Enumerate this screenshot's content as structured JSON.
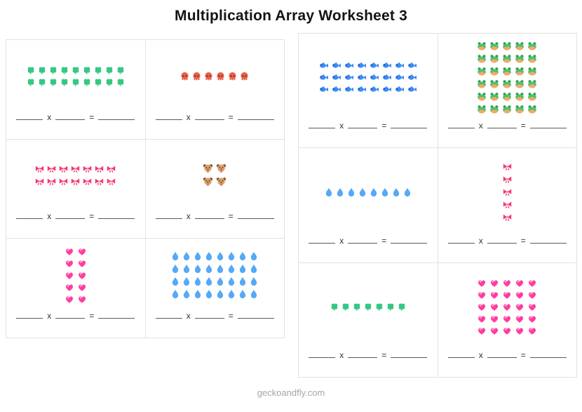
{
  "title": "Multiplication Array Worksheet 3",
  "footer": "geckoandfly.com",
  "equation": {
    "times_symbol": "x",
    "equals_symbol": "="
  },
  "panels": [
    {
      "name": "left",
      "cells": [
        {
          "emoji": "clover",
          "rows": 2,
          "cols": 9,
          "color": "#34c882"
        },
        {
          "emoji": "octopus",
          "rows": 1,
          "cols": 6,
          "color": "#f2603d"
        },
        {
          "emoji": "ribbon",
          "rows": 2,
          "cols": 7,
          "color": "#f2396e"
        },
        {
          "emoji": "dog-face",
          "rows": 2,
          "cols": 2,
          "color": "#d9a36a"
        },
        {
          "emoji": "heart",
          "rows": 5,
          "cols": 2,
          "color": "#ff3da0"
        },
        {
          "emoji": "droplet",
          "rows": 4,
          "cols": 8,
          "color": "#55a9f6"
        }
      ]
    },
    {
      "name": "right",
      "cells": [
        {
          "emoji": "fish",
          "rows": 3,
          "cols": 8,
          "color": "#3d8bf5"
        },
        {
          "emoji": "frog",
          "rows": 6,
          "cols": 5,
          "color": "#4fbf72"
        },
        {
          "emoji": "droplet",
          "rows": 1,
          "cols": 8,
          "color": "#55a9f6"
        },
        {
          "emoji": "ribbon",
          "rows": 5,
          "cols": 1,
          "color": "#f2396e"
        },
        {
          "emoji": "clover",
          "rows": 1,
          "cols": 7,
          "color": "#34c882"
        },
        {
          "emoji": "heart",
          "rows": 5,
          "cols": 5,
          "color": "#ff3da0"
        }
      ]
    }
  ]
}
